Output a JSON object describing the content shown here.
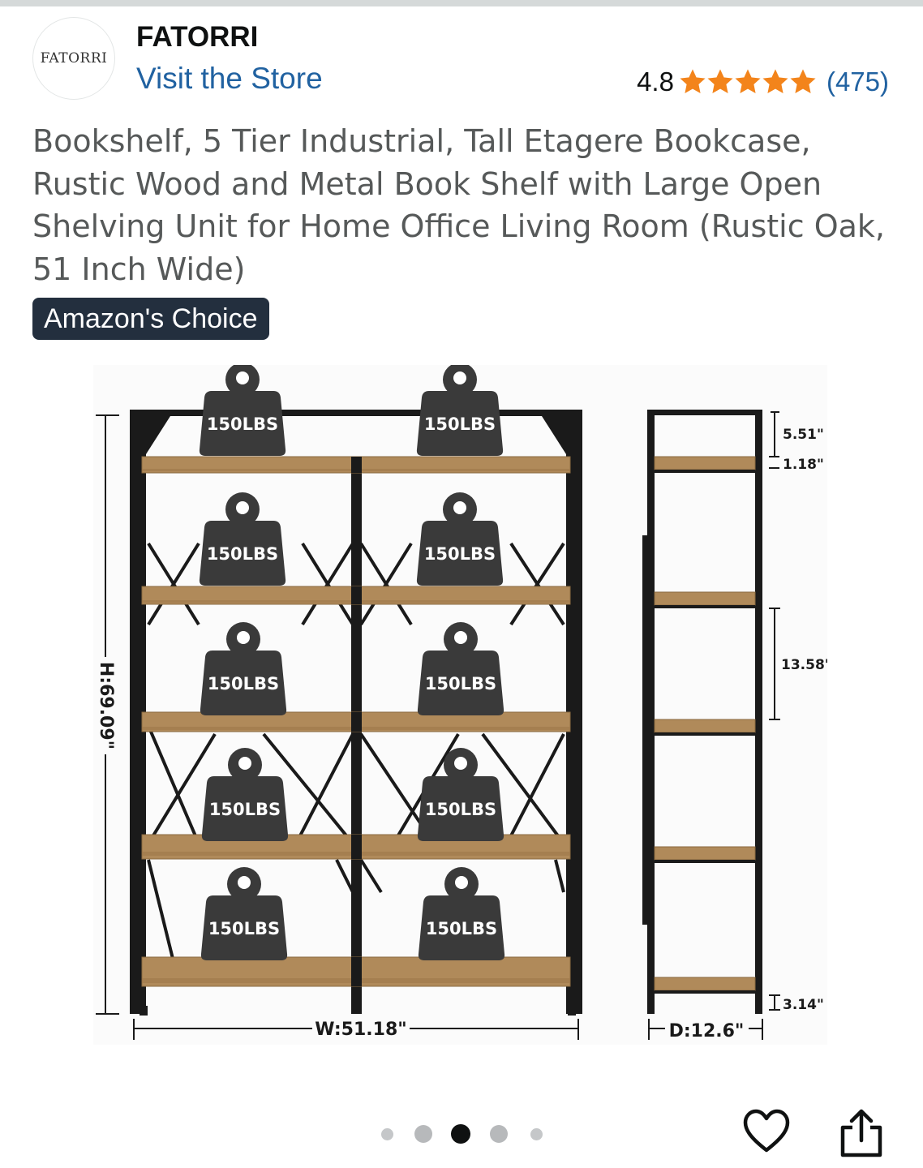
{
  "seller": {
    "logo_text": "FATORRI",
    "brand_name": "FATORRI",
    "store_link": "Visit the Store"
  },
  "rating": {
    "value": "4.8",
    "stars": 4.8,
    "count": "(475)",
    "star_color": "#f3841b"
  },
  "product": {
    "title": "Bookshelf, 5 Tier Industrial, Tall Etagere Bookcase, Rustic Wood and Metal Book Shelf with Large Open Shelving Unit for Home Office Living Room (Rustic Oak, 51 Inch Wide)",
    "badge": "Amazon's Choice"
  },
  "image": {
    "weight_label": "150LBS",
    "height_label": "H:69.09\"",
    "width_label": "W:51.18\"",
    "depth_label": "D:12.6\"",
    "dim_top": "5.51\"",
    "dim_board": "1.18\"",
    "dim_gap": "13.58\"",
    "dim_bottom": "3.14\""
  },
  "carousel": {
    "total_dots": 5,
    "active_index": 2
  },
  "icons": {
    "favorite": "heart-icon",
    "share": "share-icon"
  },
  "colors": {
    "link": "#2162a1",
    "badge_bg": "#232f3e",
    "wood": "#b08a5a",
    "frame": "#1a1a1a"
  }
}
